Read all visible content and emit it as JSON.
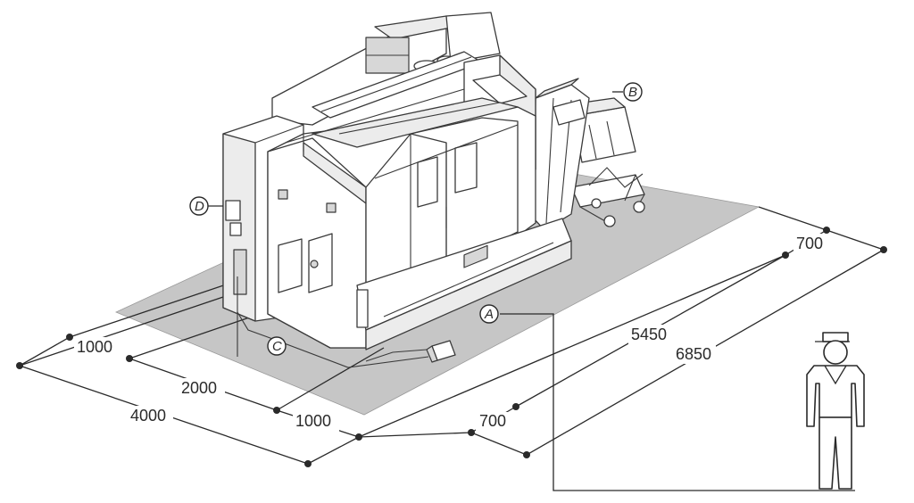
{
  "dimensions": {
    "left_inner_1000": "1000",
    "inner_2000": "2000",
    "outer_4000": "4000",
    "bottom_1000": "1000",
    "bottom_700": "700",
    "right_inner_5450": "5450",
    "right_outer_6850": "6850",
    "top_right_700": "700"
  },
  "callouts": {
    "a": "A",
    "b": "B",
    "c": "C",
    "d": "D"
  },
  "colors": {
    "floor_zone": "#c6c6c6",
    "line": "#2a2a2a",
    "background": "#ffffff"
  }
}
